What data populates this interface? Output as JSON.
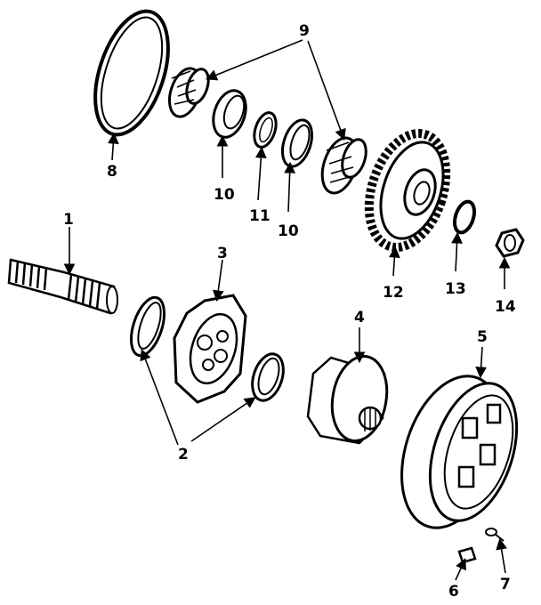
{
  "diagram": {
    "callouts": [
      {
        "id": "1",
        "label": "1"
      },
      {
        "id": "2",
        "label": "2"
      },
      {
        "id": "3",
        "label": "3"
      },
      {
        "id": "4",
        "label": "4"
      },
      {
        "id": "5",
        "label": "5"
      },
      {
        "id": "6",
        "label": "6"
      },
      {
        "id": "7",
        "label": "7"
      },
      {
        "id": "8",
        "label": "8"
      },
      {
        "id": "9",
        "label": "9"
      },
      {
        "id": "10a",
        "label": "10"
      },
      {
        "id": "10b",
        "label": "10"
      },
      {
        "id": "11",
        "label": "11"
      },
      {
        "id": "12",
        "label": "12"
      },
      {
        "id": "13",
        "label": "13"
      },
      {
        "id": "14",
        "label": "14"
      }
    ],
    "colors": {
      "ink": "#000000",
      "paper": "#ffffff"
    }
  }
}
